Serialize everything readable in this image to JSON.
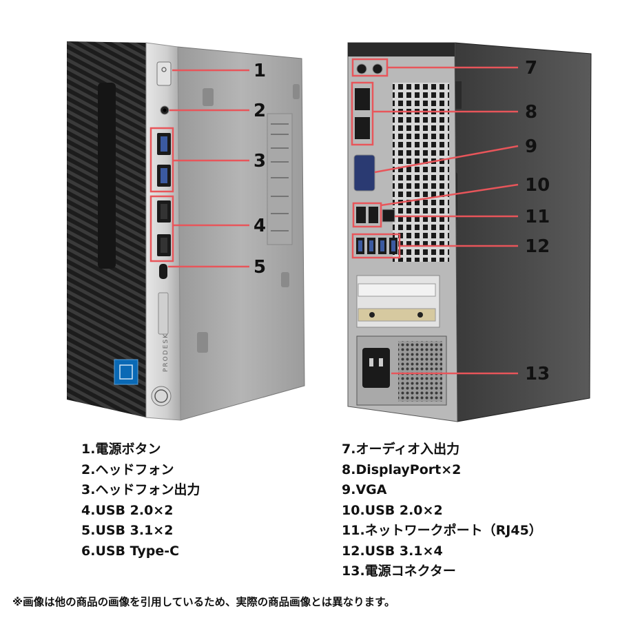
{
  "callouts": {
    "front": [
      "1",
      "2",
      "3",
      "4",
      "5"
    ],
    "rear": [
      "7",
      "8",
      "9",
      "10",
      "11",
      "12",
      "13"
    ]
  },
  "front_brand": "PRODESK",
  "port_list_left": [
    "1.電源ボタン",
    "2.ヘッドフォン",
    "3.ヘッドフォン出力",
    "4.USB 2.0×2",
    "5.USB 3.1×2",
    "6.USB Type-C"
  ],
  "port_list_right": [
    "7.オーディオ入出力",
    "8.DisplayPort×2",
    "9.VGA",
    "10.USB 2.0×2",
    "11.ネットワークポート（RJ45）",
    "12.USB 3.1×4",
    "13.電源コネクター"
  ],
  "disclaimer": "※画像は他の商品の画像を引用しているため、実際の商品画像とは異なります。",
  "colors": {
    "highlight": "#e8555a",
    "case_dark": "#2b2b2b",
    "case_silver": "#c9c9c9"
  }
}
